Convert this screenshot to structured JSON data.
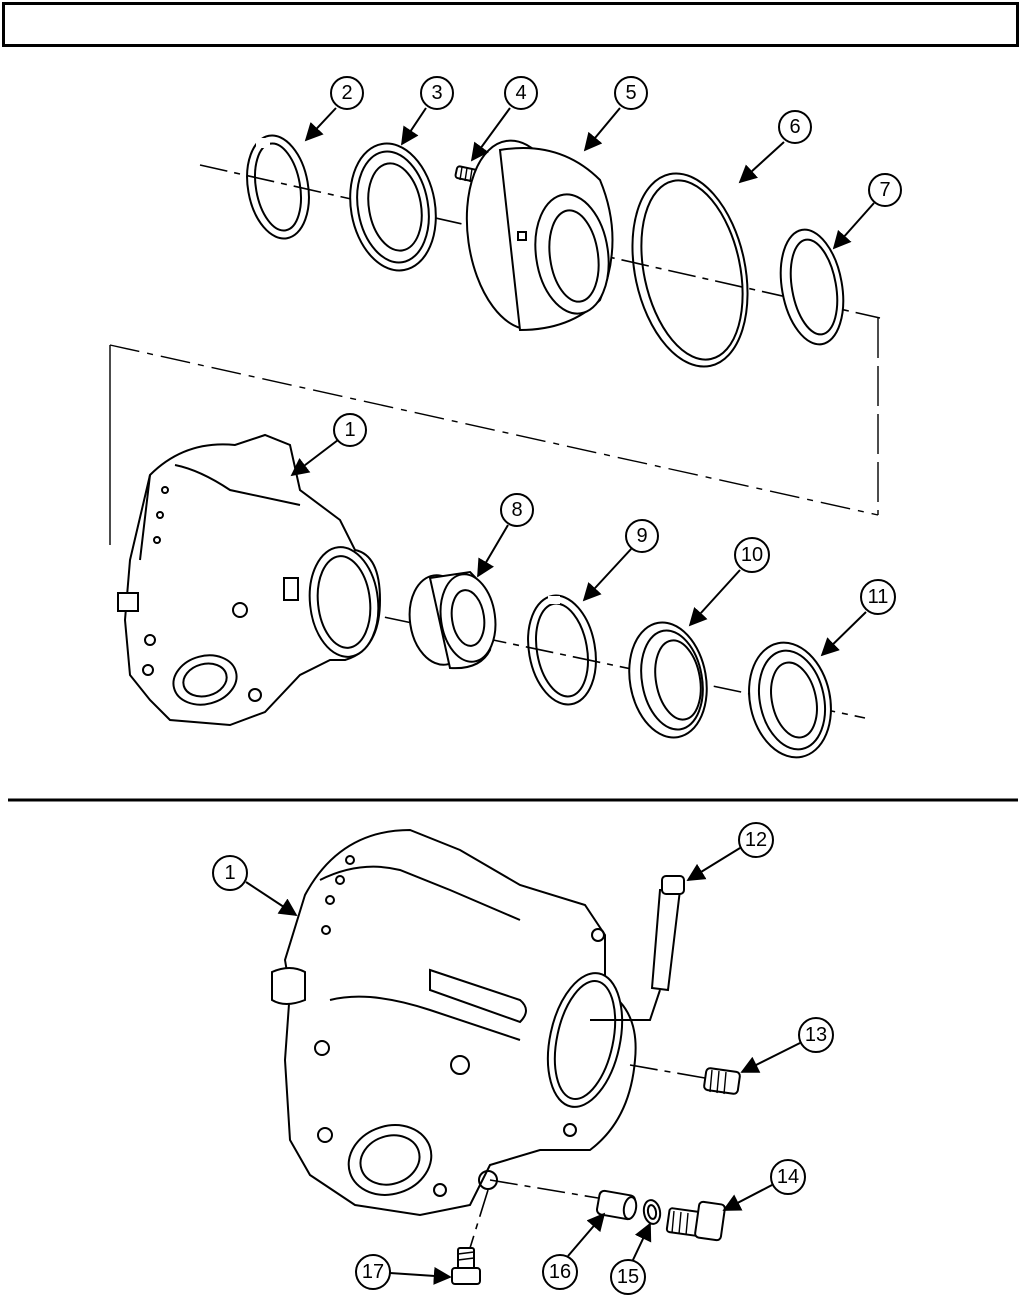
{
  "header": {
    "title": ""
  },
  "callouts": {
    "top": [
      "2",
      "3",
      "4",
      "5",
      "6",
      "7",
      "1",
      "8",
      "9",
      "10",
      "11"
    ],
    "bottom": [
      "1",
      "12",
      "13",
      "14",
      "15",
      "16",
      "17"
    ]
  }
}
